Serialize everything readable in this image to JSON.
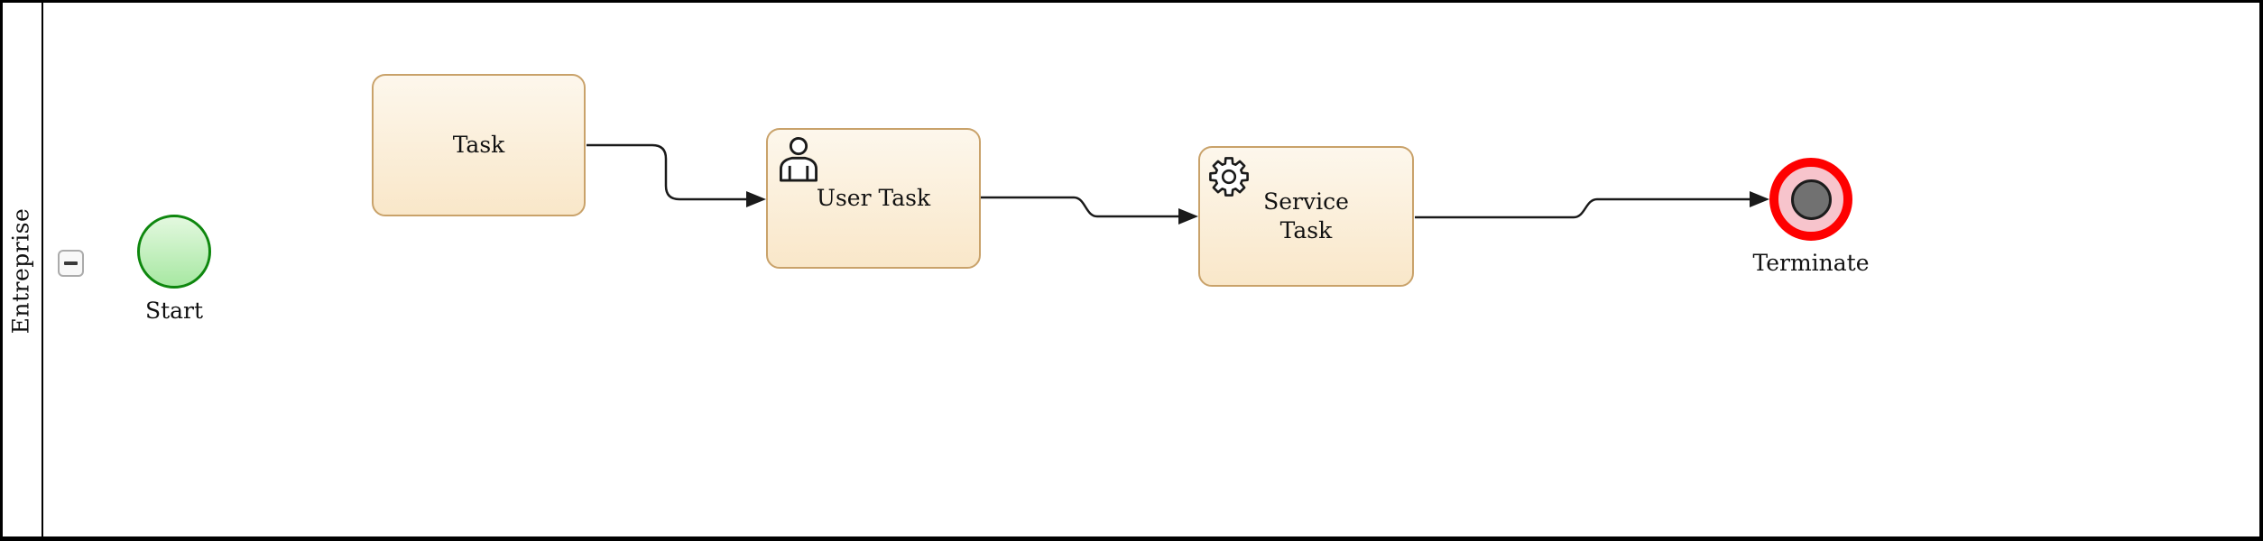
{
  "pool": {
    "label": "Entreprise"
  },
  "collapse_button": {
    "icon": "minus"
  },
  "nodes": {
    "start": {
      "label": "Start",
      "type": "start-event"
    },
    "task": {
      "label": "Task",
      "type": "task"
    },
    "user_task": {
      "label": "User Task",
      "type": "user-task",
      "icon": "user-icon"
    },
    "service_task": {
      "label": "Service\nTask",
      "type": "service-task",
      "icon": "gear-icon"
    },
    "terminate": {
      "label": "Terminate",
      "type": "terminate-end-event"
    }
  },
  "flows": [
    {
      "from": "Task",
      "to": "User Task"
    },
    {
      "from": "User Task",
      "to": "Service Task"
    },
    {
      "from": "Service Task",
      "to": "Terminate"
    }
  ],
  "colors": {
    "start_fill_top": "#E3F8DF",
    "start_fill_bottom": "#A7E8A2",
    "start_border": "#0E870E",
    "task_fill_top": "#FDF7EC",
    "task_fill_bottom": "#F9E7C9",
    "task_border": "#C9A26A",
    "terminate_ring": "#FE0000",
    "terminate_fill": "#F7C4CC",
    "terminate_core": "#717171",
    "flow_line": "#1A1A1A",
    "pool_border": "#000000"
  }
}
